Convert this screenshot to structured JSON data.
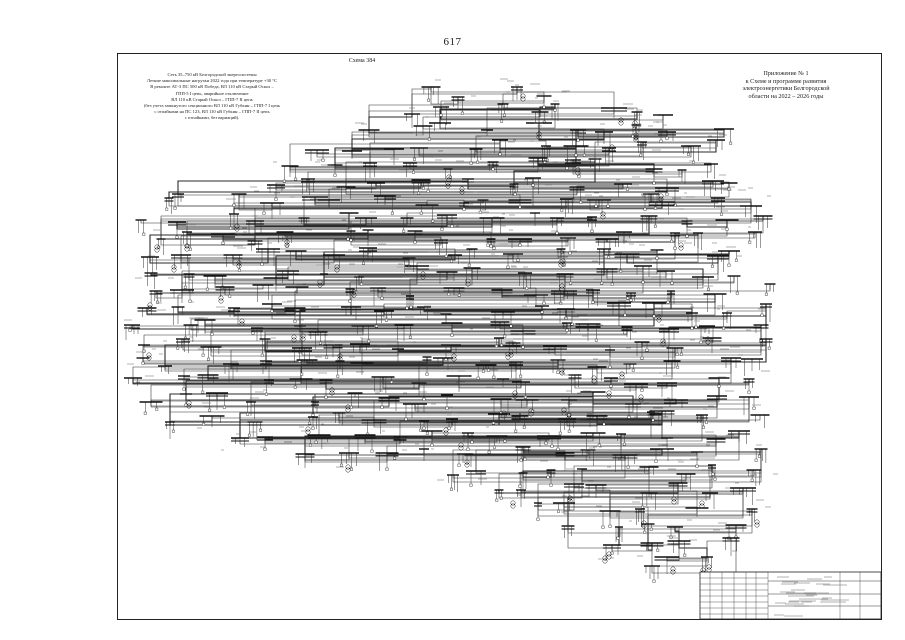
{
  "page_number": "617",
  "scheme_title": "Схема 384",
  "notes_lines": [
    "Сеть 35–750 кВ Белгородской энергосистемы",
    "Летние максимальные нагрузки 2022 года при температуре +30 °С",
    "В ремонте АТ-3 ПС 500 кВ Победа, ВЛ 110 кВ Старый Оскол –",
    "ГПП-5 I цепь, аварийное отключение",
    "ВЛ 110 кВ Старый Оскол – ГПП-7 II цепь",
    "(без учета замкнутого секционного ВЛ 110 кВ Губкин – ГПП-7 I цепь",
    "с отпайками на ПС 123, ВЛ 110 кВ Губкин – ГПП-7 II цепь",
    "с отпайками, без вариаций)."
  ],
  "appendix_lines": [
    "Приложение № 1",
    "к Схеме и программе развития",
    "электроэнергетики Белгородской",
    "области на 2022 – 2026 годы"
  ]
}
